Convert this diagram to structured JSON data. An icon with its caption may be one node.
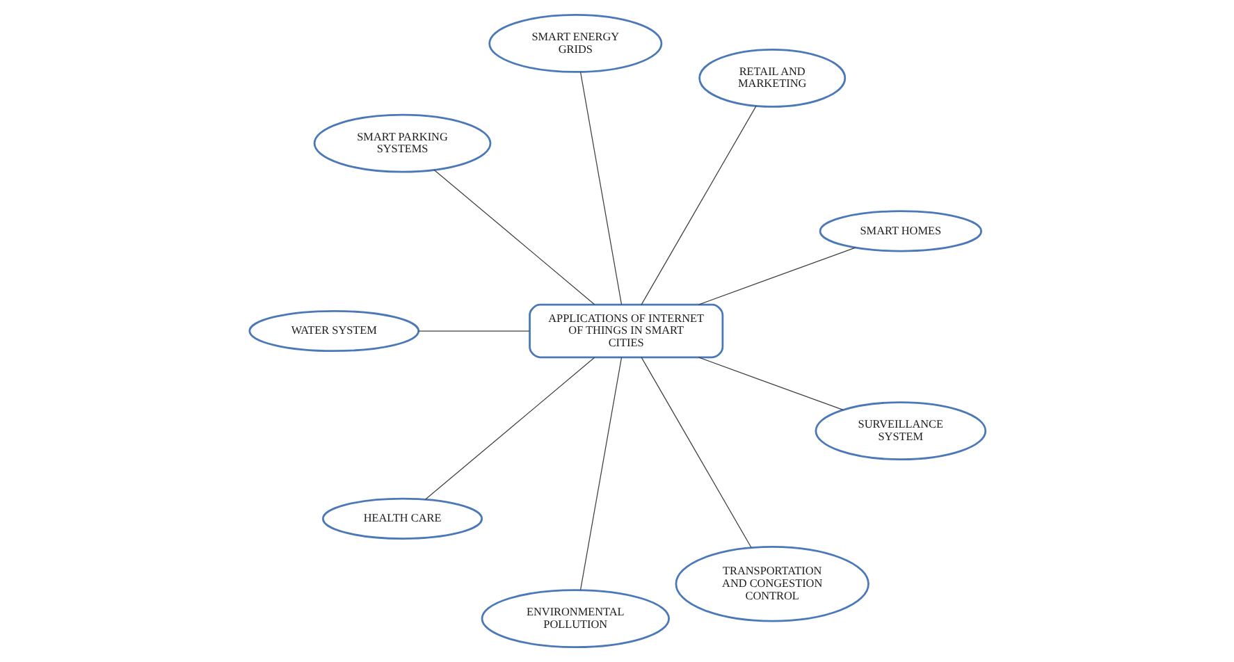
{
  "diagram": {
    "nodes": [
      {
        "text": [
          "SMART HOMES"
        ]
      },
      {
        "text": [
          "RETAIL AND MARKETING"
        ]
      },
      {
        "text": [
          "SMART ENERGY GRIDS"
        ]
      },
      {
        "text": [
          "SMART PARKING SYSTEMS"
        ]
      },
      {
        "text": [
          "APPLICATIONS OF INTERNET OF THINGS IN SMART CITIES"
        ]
      },
      {
        "text": [
          "WATER SYSTEM"
        ]
      },
      {
        "text": [
          "HEALTH CARE"
        ]
      },
      {
        "text": [
          "ENVIRONMENTAL POLLUTION"
        ]
      },
      {
        "text": [
          "TRANSPORTATION AND CONGESTION CONTROL"
        ]
      },
      {
        "text": [
          "SURVEILLANCE SYSTEM"
        ]
      }
    ],
    "edges": [
      {
        "from": 4,
        "to": 0,
        "arrow": "none"
      },
      {
        "from": 4,
        "to": 1,
        "arrow": "none"
      },
      {
        "from": 4,
        "to": 3,
        "arrow": "none"
      },
      {
        "from": 4,
        "to": 6,
        "arrow": "none"
      },
      {
        "from": 4,
        "to": 9,
        "arrow": "none"
      },
      {
        "from": 4,
        "to": 8,
        "arrow": "none"
      },
      {
        "from": 4,
        "to": 7,
        "arrow": "none"
      },
      {
        "from": 4,
        "to": 5,
        "arrow": "none"
      },
      {
        "from": 4,
        "to": 2,
        "arrow": "none"
      }
    ]
  }
}
